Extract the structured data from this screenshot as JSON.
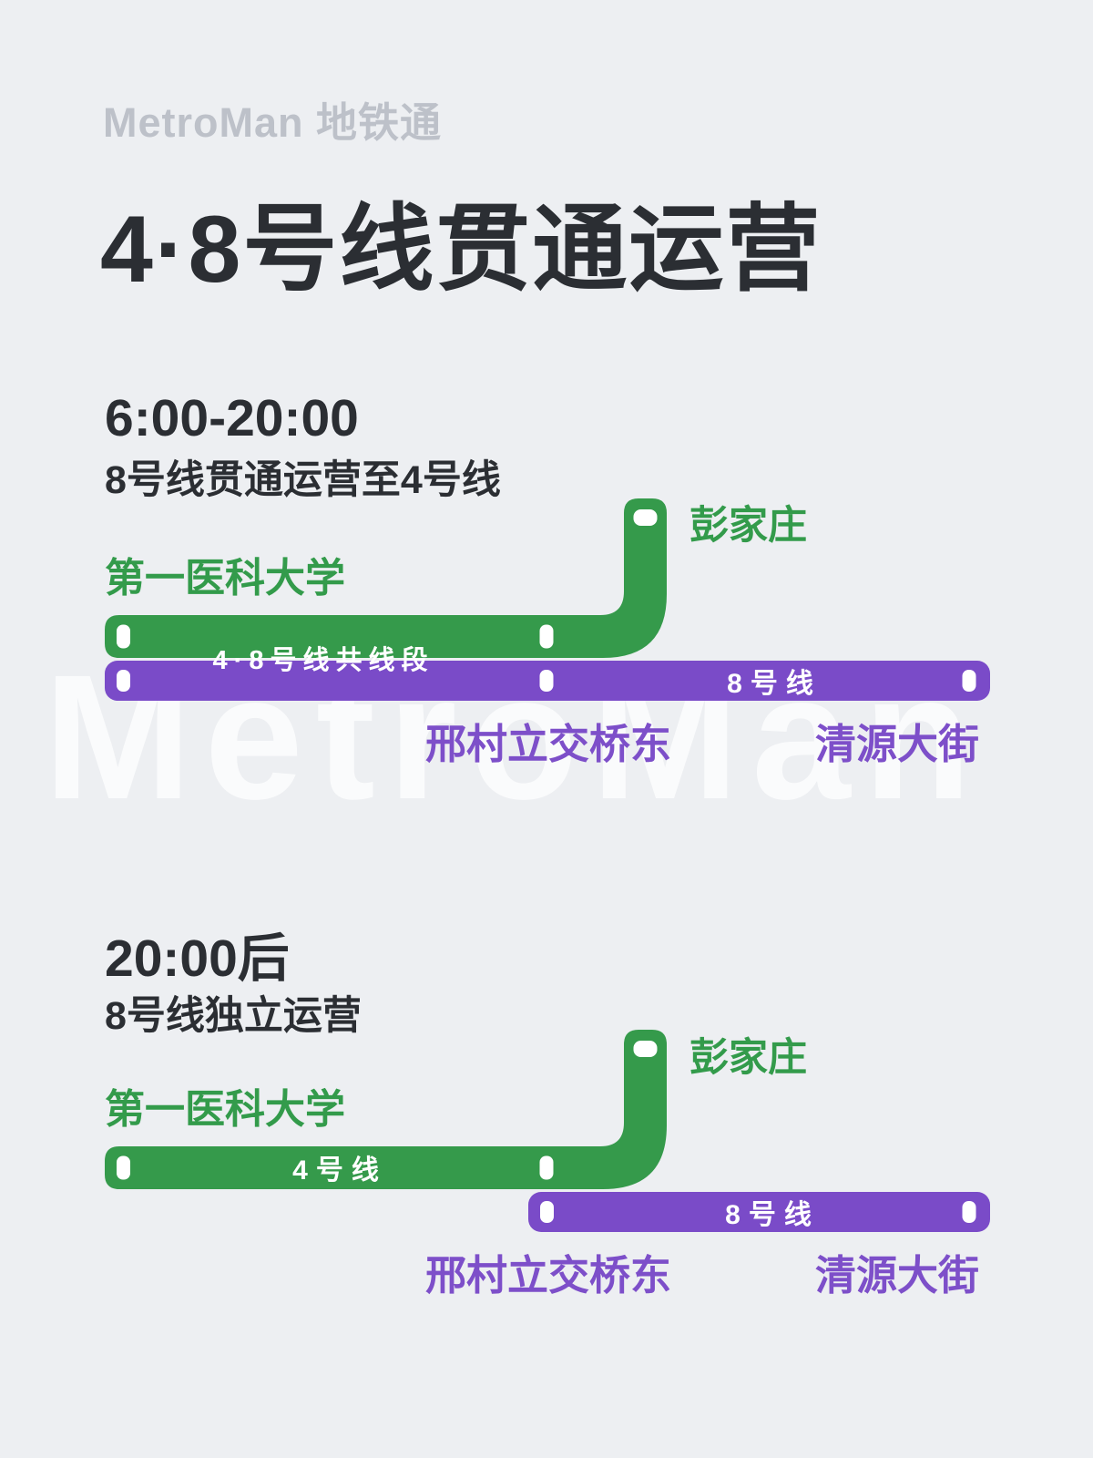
{
  "header": {
    "brand": "MetroMan 地铁通",
    "title": "4·8号线贯通运营"
  },
  "watermark": "MetroMan",
  "colors": {
    "background": "#EDEFF2",
    "line4_green": "#359A4B",
    "line8_purple": "#7A4BC8",
    "purple_station_text": "#7D4FC9",
    "green_station_text": "#339B4B",
    "heading_dark": "#2B2E33",
    "brand_gray": "#BDC1C9",
    "marker_white": "#FFFFFF"
  },
  "sections": [
    {
      "time": "6:00-20:00",
      "subtitle": "8号线贯通运营至4号线",
      "left_station": "第一医科大学",
      "top_station": "彭家庄",
      "green_bar_label": "4·8号线共线段",
      "purple_bar_label": "8号线",
      "bottom_station_left": "邢村立交桥东",
      "bottom_station_right": "清源大街"
    },
    {
      "time": "20:00后",
      "subtitle": "8号线独立运营",
      "left_station": "第一医科大学",
      "top_station": "彭家庄",
      "green_bar_label": "4号线",
      "purple_bar_label": "8号线",
      "bottom_station_left": "邢村立交桥东",
      "bottom_station_right": "清源大街"
    }
  ]
}
